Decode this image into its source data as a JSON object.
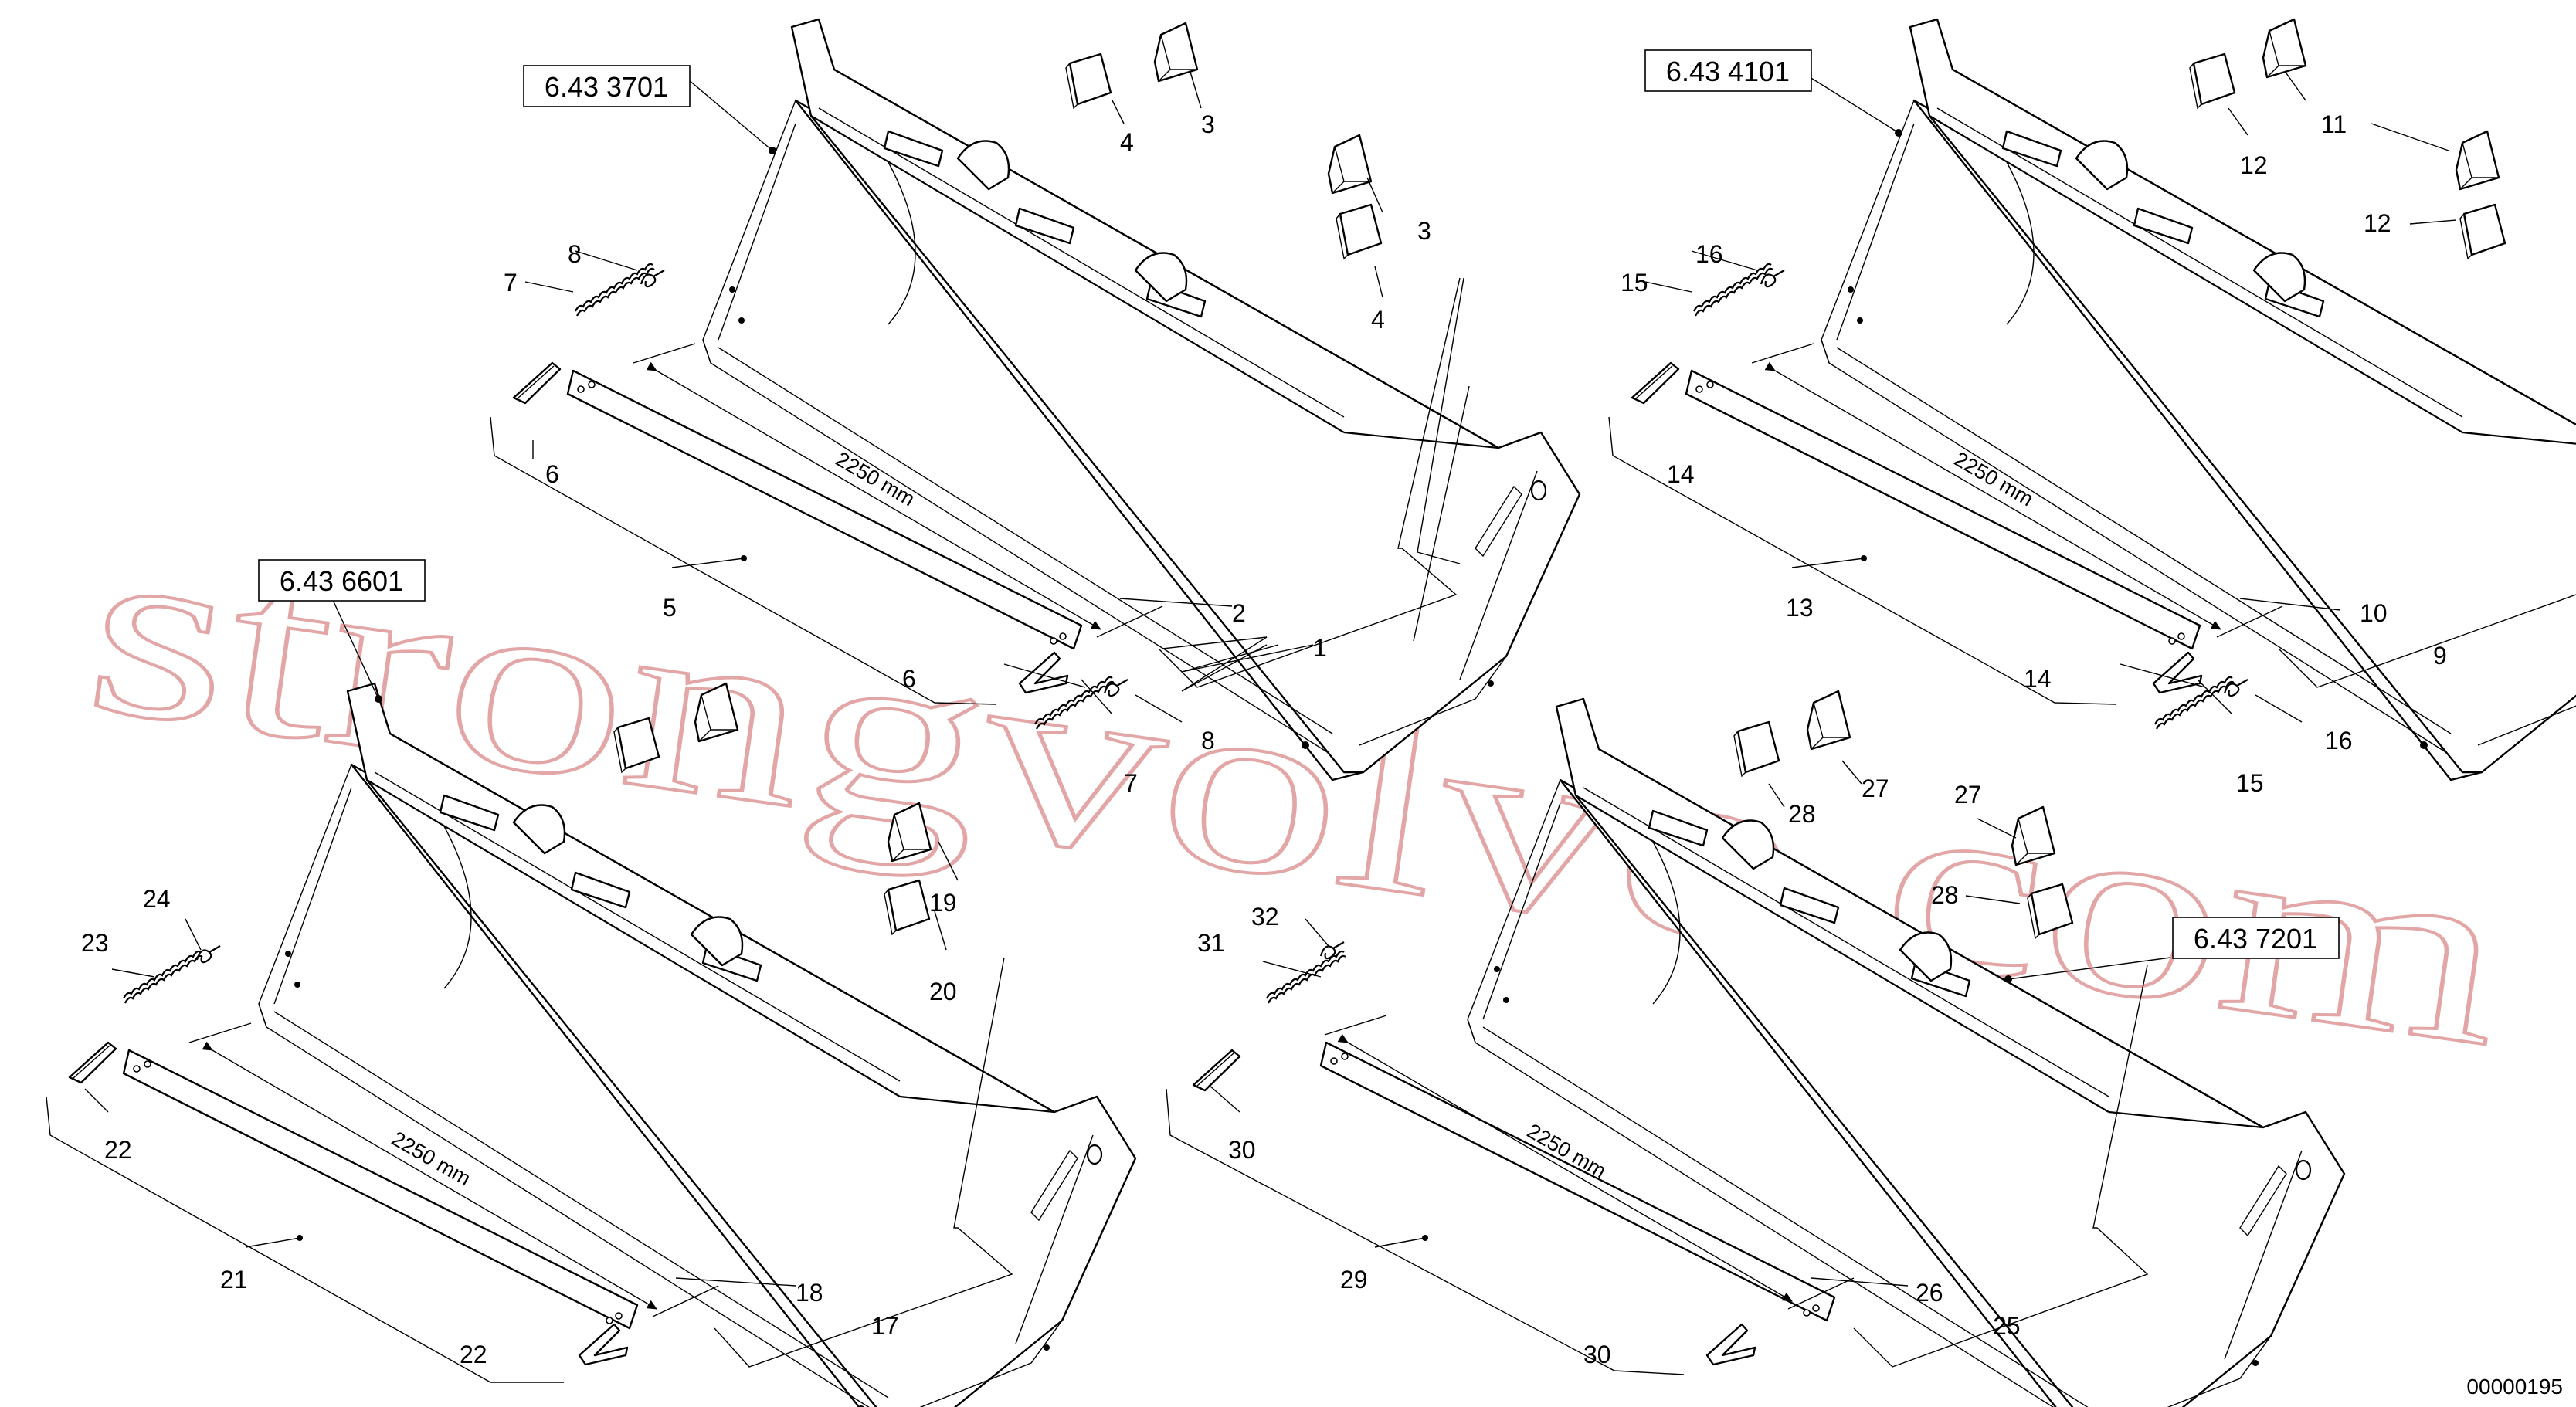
{
  "groups": [
    {
      "part_number": "6.43 3701",
      "dimension": "2250 mm",
      "callouts": [
        "1",
        "2",
        "3",
        "4",
        "3",
        "4",
        "5",
        "6",
        "6",
        "7",
        "7",
        "8",
        "8"
      ]
    },
    {
      "part_number": "6.43 4101",
      "dimension": "2250 mm",
      "callouts": [
        "9",
        "10",
        "11",
        "12",
        "11",
        "12",
        "13",
        "14",
        "14",
        "15",
        "15",
        "16",
        "16"
      ]
    },
    {
      "part_number": "6.43 6601",
      "dimension": "2250 mm",
      "callouts": [
        "17",
        "18",
        "19",
        "20",
        "19",
        "20",
        "21",
        "22",
        "22",
        "23",
        "24"
      ]
    },
    {
      "part_number": "6.43 7201",
      "dimension": "2250 mm",
      "callouts": [
        "25",
        "26",
        "27",
        "28",
        "27",
        "28",
        "29",
        "30",
        "30",
        "31",
        "32"
      ]
    }
  ],
  "drawing_number": "00000195",
  "watermark": "strongvolvo.com"
}
